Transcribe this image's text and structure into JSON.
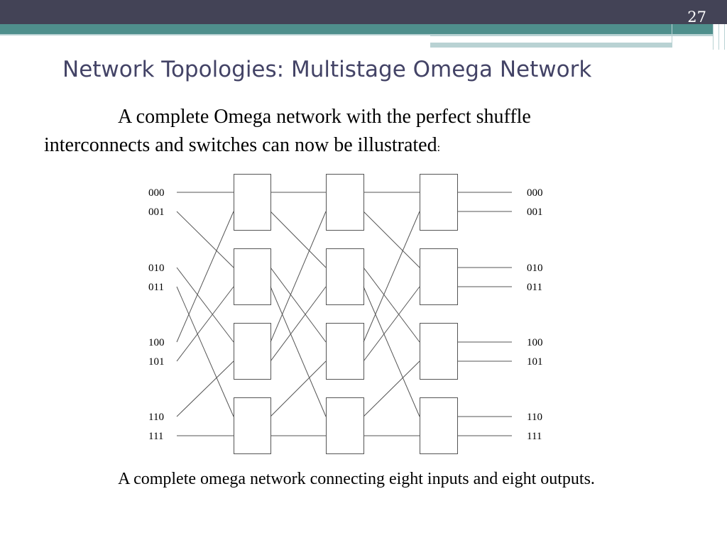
{
  "slide": {
    "number": "27",
    "title": "Network Topologies: Multistage Omega Network",
    "body_line1": "A complete Omega network with the perfect shuffle",
    "body_line2": "interconnects and switches can now be illustrated",
    "body_colon": ":",
    "caption": "A complete omega network connecting eight inputs and eight outputs."
  },
  "diagram": {
    "inputs": [
      "000",
      "001",
      "010",
      "011",
      "100",
      "101",
      "110",
      "111"
    ],
    "outputs": [
      "000",
      "001",
      "010",
      "011",
      "100",
      "101",
      "110",
      "111"
    ],
    "stages": 3,
    "switches_per_stage": 4,
    "interconnect": "perfect-shuffle"
  },
  "colors": {
    "header_dark": "#434356",
    "header_teal": "#4f8f8c",
    "accent_light": "#b9d2d3",
    "title_text": "#434366",
    "line": "#555555"
  }
}
